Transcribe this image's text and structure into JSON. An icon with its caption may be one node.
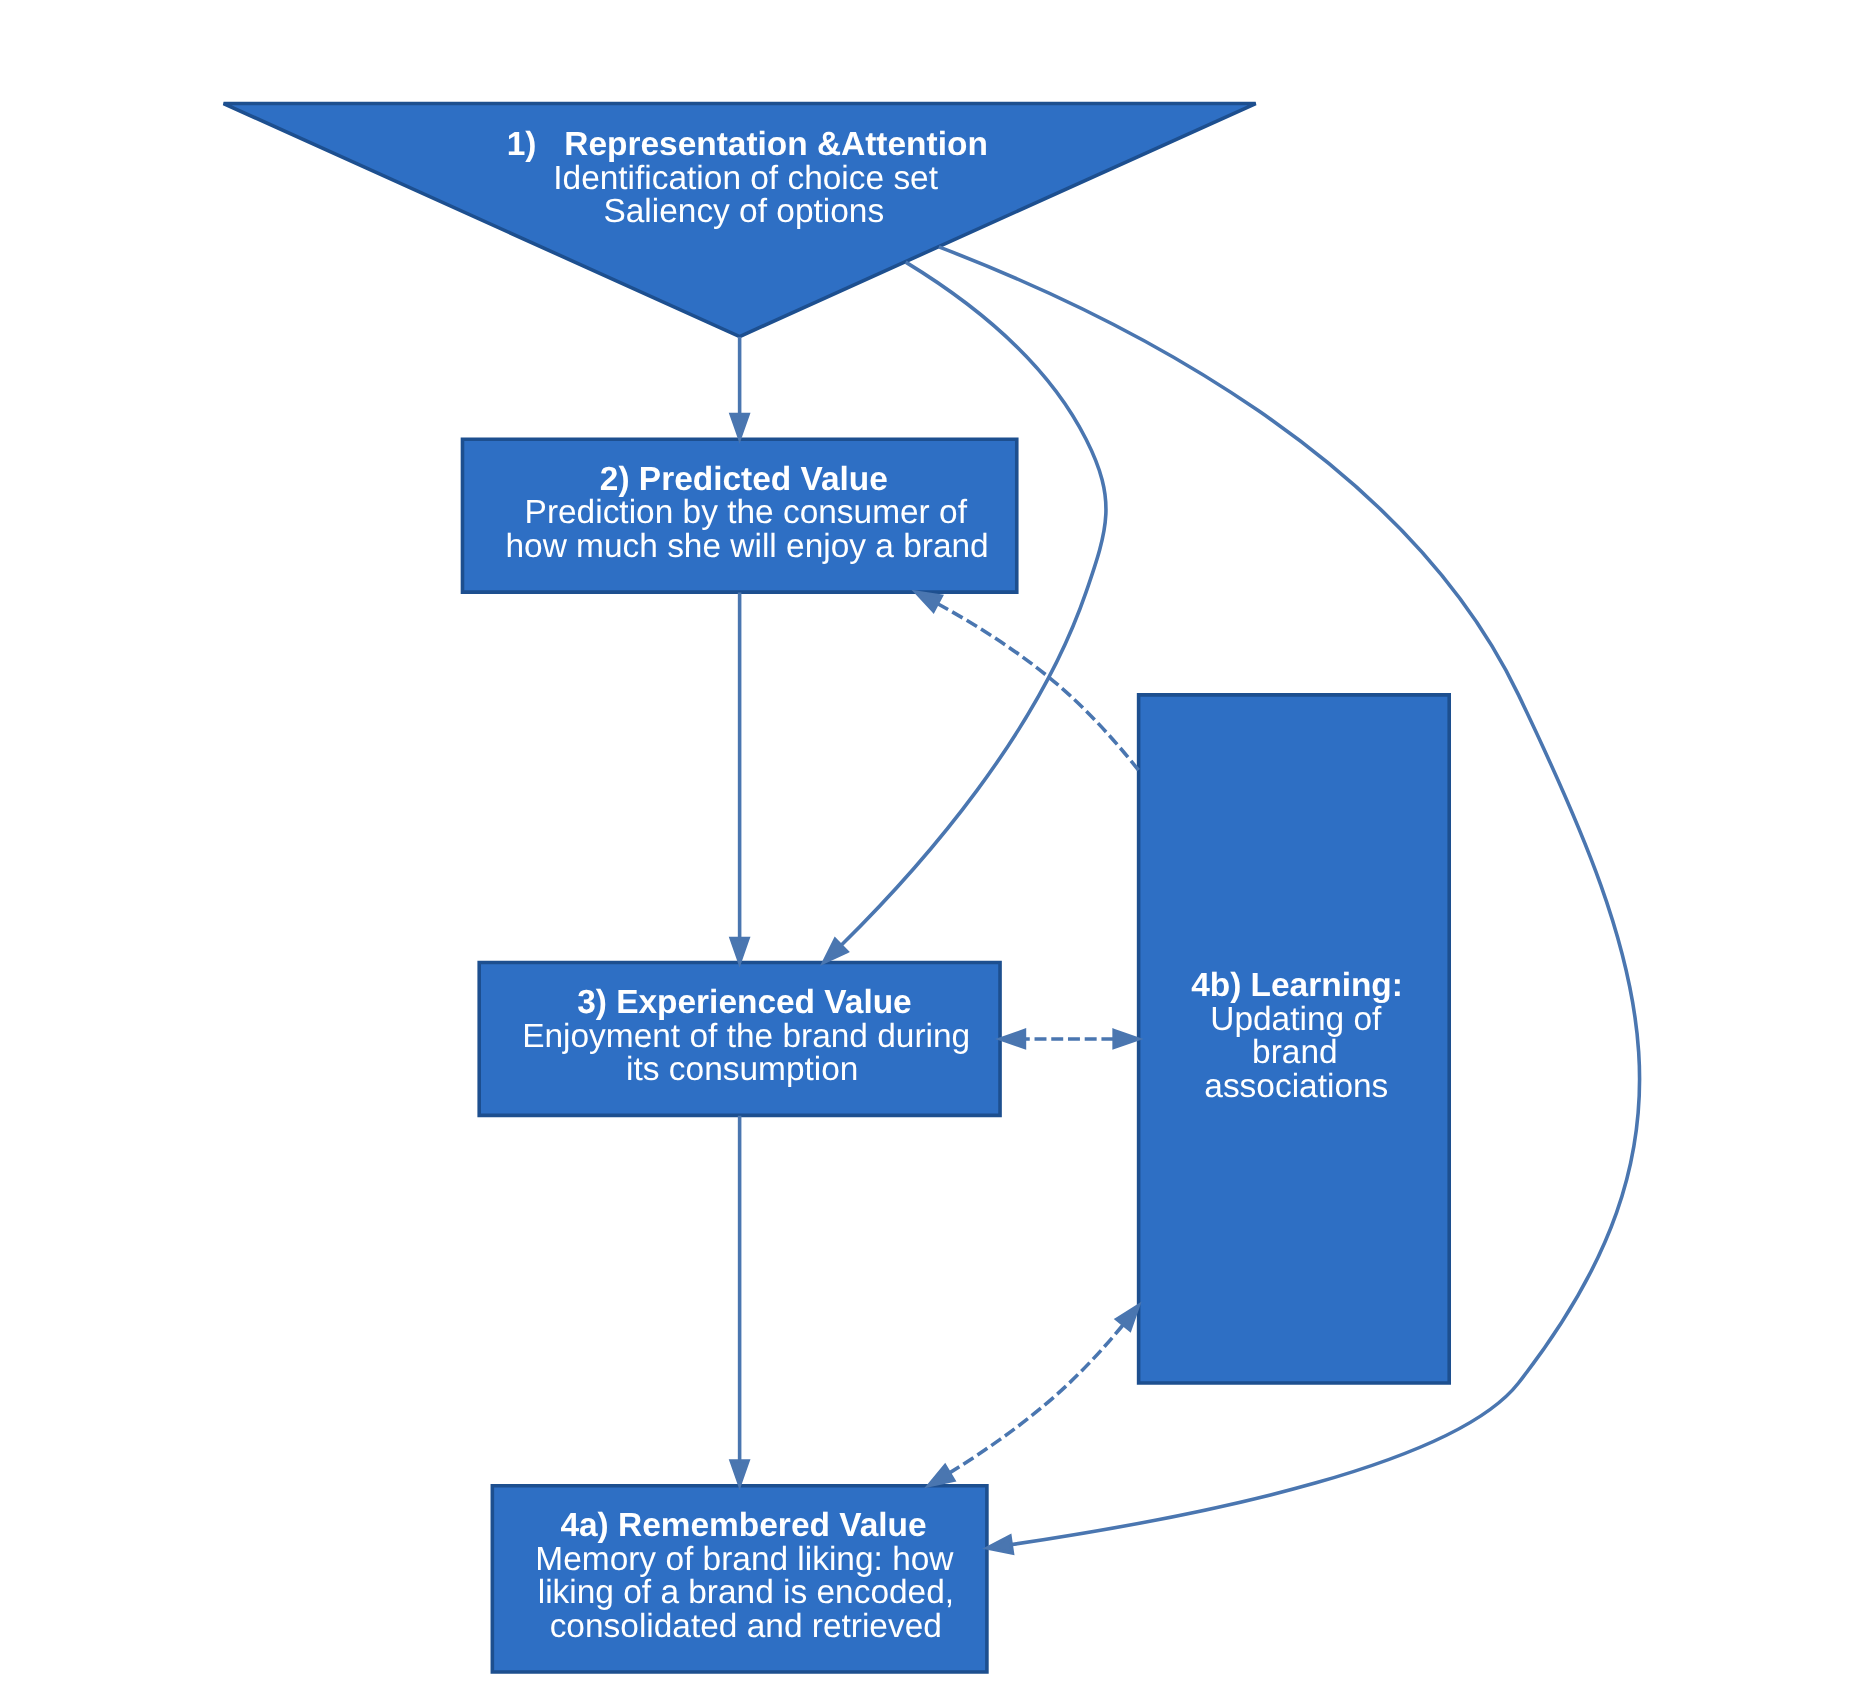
{
  "diagram": {
    "nodes": [
      {
        "text": [
          "1)   Representation &Attention",
          "Identification of choice set",
          "Saliency of options"
        ]
      },
      {
        "text": [
          "2) Predicted Value",
          "Prediction by the consumer of how much she will enjoy a brand"
        ]
      },
      {
        "text": [
          "3) Experienced Value",
          "Enjoyment of the brand during its consumption"
        ]
      },
      {
        "text": [
          "4a) Remembered Value",
          "Memory of brand liking: how liking of a brand is encoded, consolidated and retrieved"
        ]
      },
      {
        "text": [
          "4b) Learning:",
          "Updating of brand associations"
        ]
      }
    ],
    "edges": [
      {
        "from": 1,
        "to": 2,
        "arrow": "to"
      },
      {
        "from": 2,
        "to": 3,
        "arrow": "to"
      },
      {
        "from": 0,
        "to": 1,
        "arrow": "to"
      },
      {
        "from": 0,
        "to": 2,
        "arrow": "to"
      },
      {
        "from": 0,
        "to": 3,
        "arrow": "to"
      },
      {
        "from": 4,
        "to": 1,
        "arrow": "to",
        "style": "dashed"
      },
      {
        "from": 4,
        "to": 2,
        "arrow": "both",
        "style": "dashed"
      },
      {
        "from": 4,
        "to": 3,
        "arrow": "both",
        "style": "dashed"
      }
    ]
  }
}
